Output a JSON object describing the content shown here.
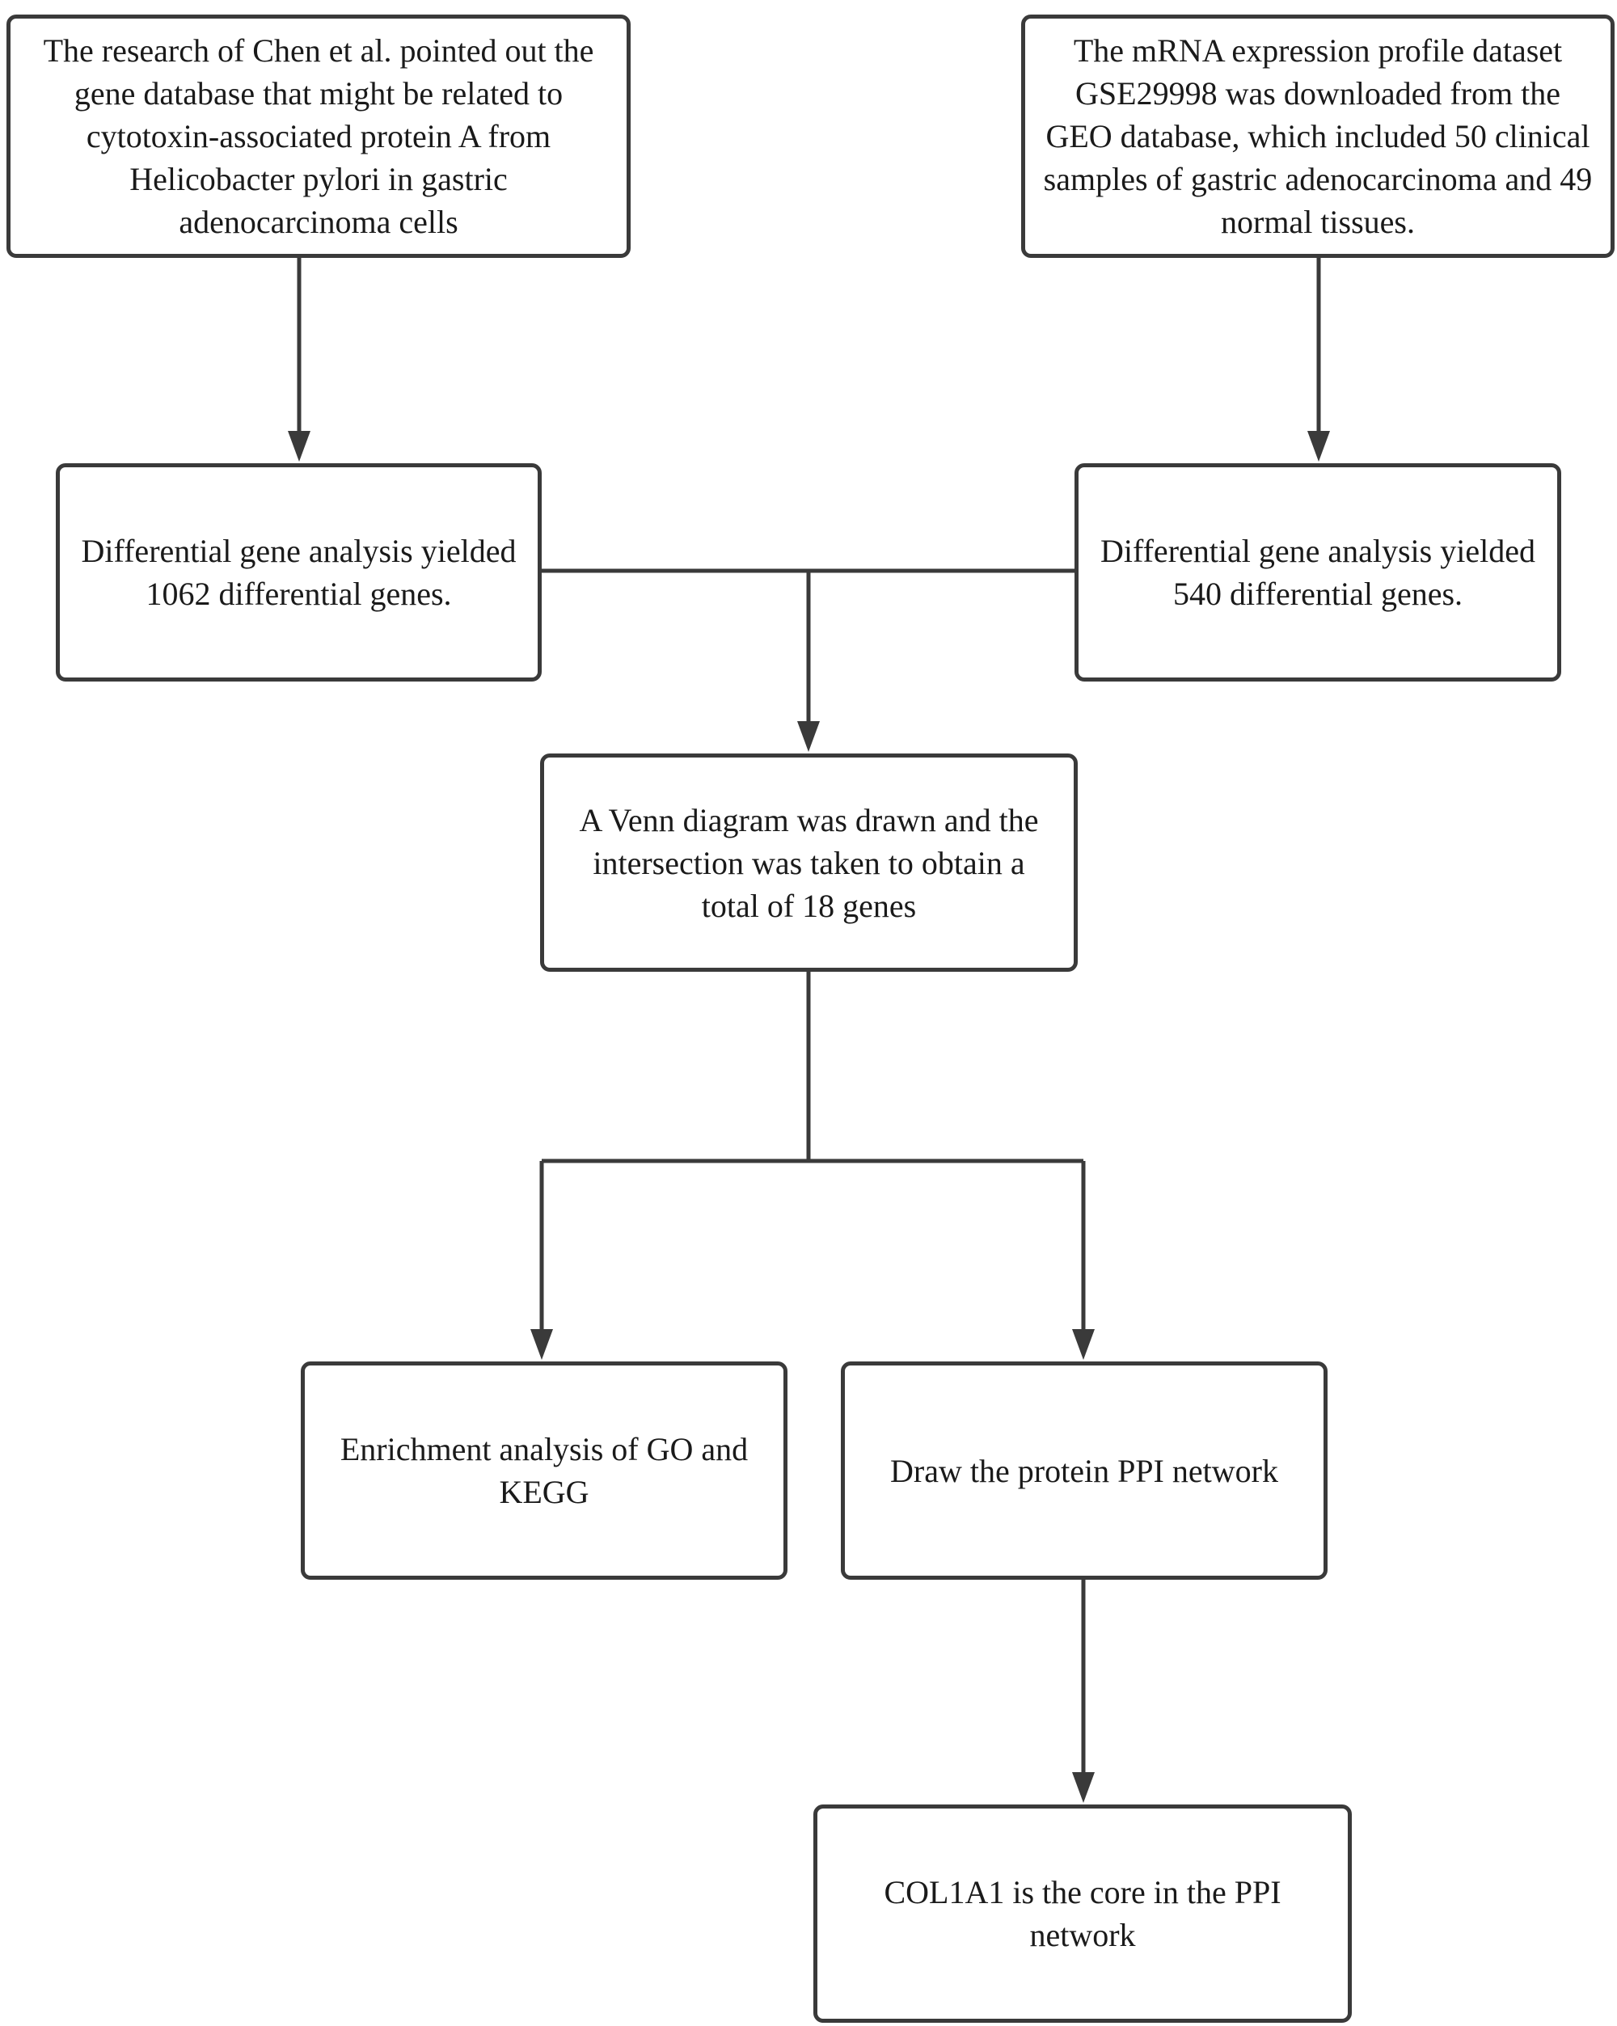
{
  "nodes": {
    "chen_research": "The research of Chen et al. pointed out the gene database that might be related to cytotoxin-associated protein A from Helicobacter pylori in gastric adenocarcinoma cells",
    "geo_dataset": "The mRNA expression profile dataset GSE29998 was downloaded from the GEO database, which included 50 clinical samples of gastric adenocarcinoma and 49 normal tissues.",
    "diff_genes_1062": "Differential gene analysis yielded 1062 differential genes.",
    "diff_genes_540": "Differential gene analysis yielded 540 differential genes.",
    "venn": "A Venn diagram was drawn and the intersection was taken to obtain a total of 18 genes",
    "enrichment": "Enrichment analysis of GO and KEGG",
    "ppi_network": "Draw the protein PPI network",
    "core_gene": "COL1A1 is the core in the PPI network"
  },
  "edges": [
    {
      "from": "chen_research",
      "to": "diff_genes_1062"
    },
    {
      "from": "geo_dataset",
      "to": "diff_genes_540"
    },
    {
      "from": "diff_genes_1062",
      "to": "venn"
    },
    {
      "from": "diff_genes_540",
      "to": "venn"
    },
    {
      "from": "venn",
      "to": "enrichment"
    },
    {
      "from": "venn",
      "to": "ppi_network"
    },
    {
      "from": "ppi_network",
      "to": "core_gene"
    }
  ],
  "colors": {
    "stroke": "#3a3a3a",
    "text": "#1a1a1a",
    "background": "#ffffff"
  }
}
